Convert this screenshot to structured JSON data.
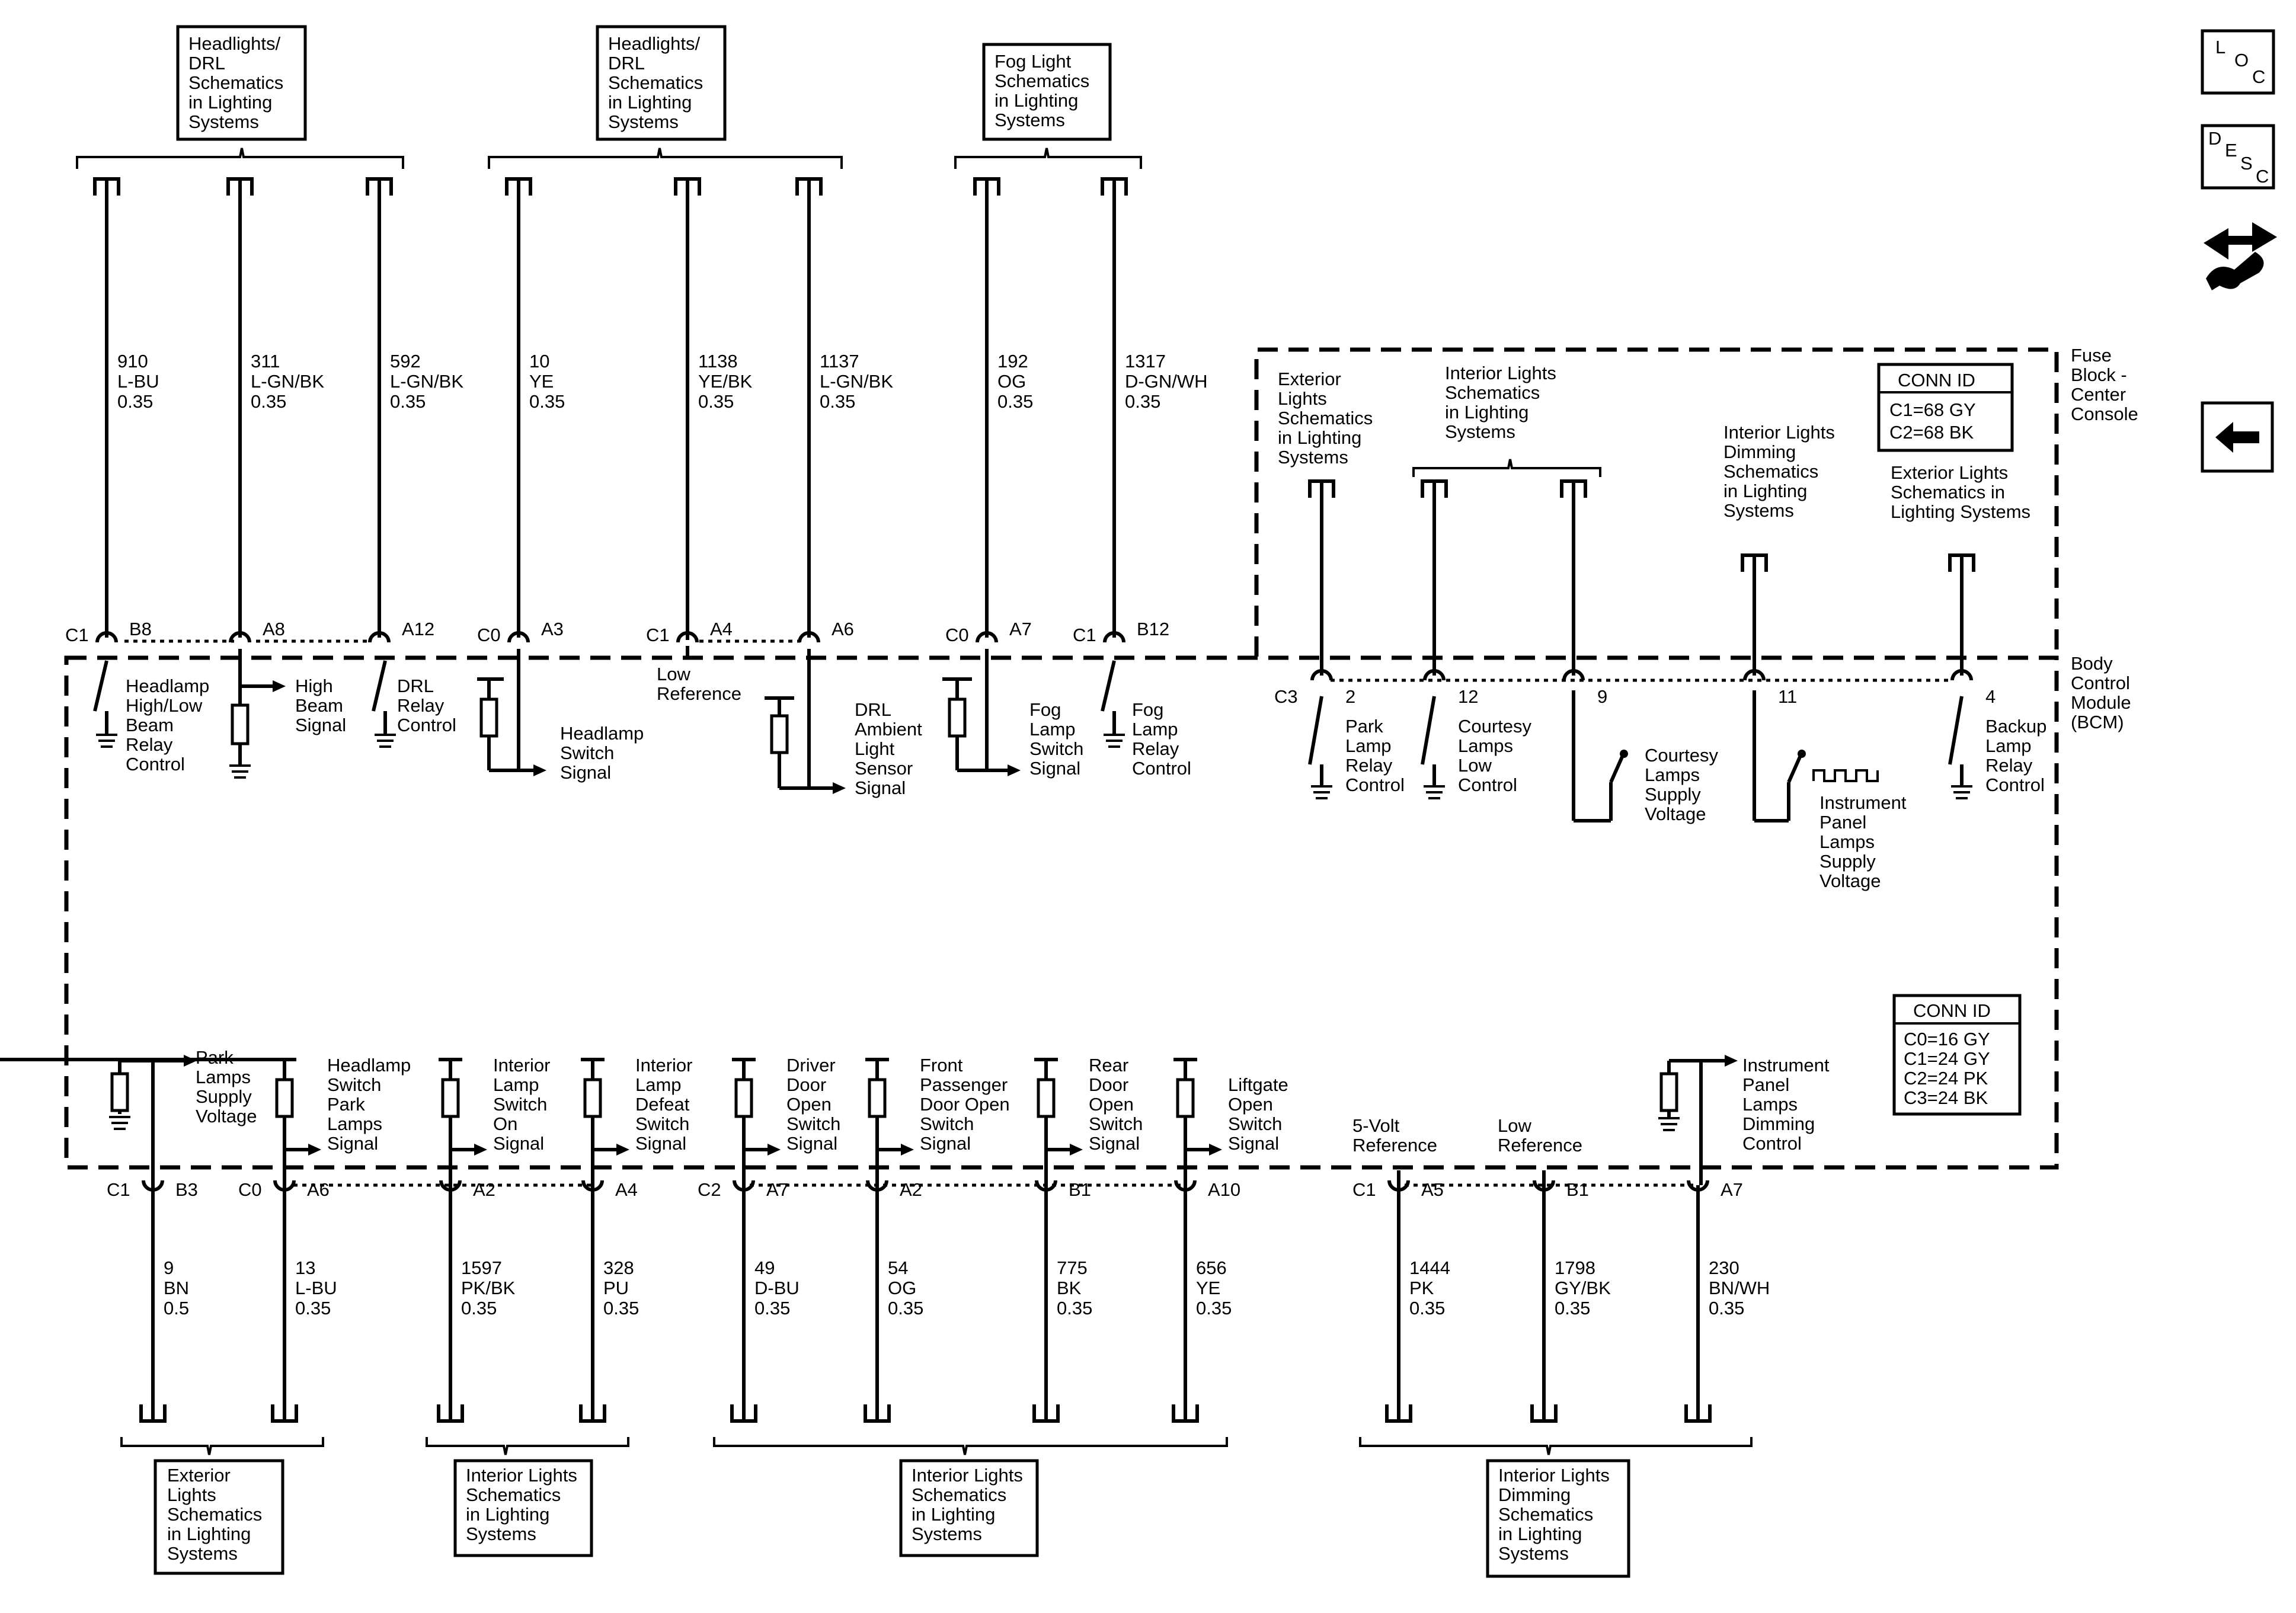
{
  "ref_boxes": {
    "top_headlights_1": [
      "Headlights/",
      "DRL",
      "Schematics",
      "in Lighting",
      "Systems"
    ],
    "top_headlights_2": [
      "Headlights/",
      "DRL",
      "Schematics",
      "in Lighting",
      "Systems"
    ],
    "top_fog": [
      "Fog Light",
      "Schematics",
      "in Lighting",
      "Systems"
    ],
    "bottom_exterior": [
      "Exterior",
      "Lights",
      "Schematics",
      "in Lighting",
      "Systems"
    ],
    "bottom_interior_1": [
      "Interior Lights",
      "Schematics",
      "in Lighting",
      "Systems"
    ],
    "bottom_interior_2": [
      "Interior Lights",
      "Schematics",
      "in Lighting",
      "Systems"
    ],
    "bottom_dimming": [
      "Interior Lights",
      "Dimming",
      "Schematics",
      "in Lighting",
      "Systems"
    ]
  },
  "fuse_block": {
    "title": [
      "Fuse",
      "Block -",
      "Center",
      "Console"
    ],
    "conn_id_title": "CONN ID",
    "conn_ids": [
      "C1=68 GY",
      "C2=68 BK"
    ],
    "refs": {
      "exterior": [
        "Exterior",
        "Lights",
        "Schematics",
        "in Lighting",
        "Systems"
      ],
      "interior": [
        "Interior Lights",
        "Schematics",
        "in Lighting",
        "Systems"
      ],
      "dimming": [
        "Interior Lights",
        "Dimming",
        "Schematics",
        "in Lighting",
        "Systems"
      ],
      "exterior2": [
        "Exterior Lights",
        "Schematics in",
        "Lighting Systems"
      ]
    }
  },
  "bcm": {
    "title": [
      "Body",
      "Control",
      "Module",
      "(BCM)"
    ],
    "conn_id_title": "CONN ID",
    "conn_ids": [
      "C0=16 GY",
      "C1=24 GY",
      "C2=24 PK",
      "C3=24 BK"
    ]
  },
  "top_wires": [
    {
      "circuit": "910",
      "color": "L-BU",
      "gauge": "0.35",
      "conn": "C1",
      "pin": "B8"
    },
    {
      "circuit": "311",
      "color": "L-GN/BK",
      "gauge": "0.35",
      "conn": "",
      "pin": "A8"
    },
    {
      "circuit": "592",
      "color": "L-GN/BK",
      "gauge": "0.35",
      "conn": "",
      "pin": "A12"
    },
    {
      "circuit": "10",
      "color": "YE",
      "gauge": "0.35",
      "conn": "C0",
      "pin": "A3"
    },
    {
      "circuit": "1138",
      "color": "YE/BK",
      "gauge": "0.35",
      "conn": "C1",
      "pin": "A4"
    },
    {
      "circuit": "1137",
      "color": "L-GN/BK",
      "gauge": "0.35",
      "conn": "",
      "pin": "A6"
    },
    {
      "circuit": "192",
      "color": "OG",
      "gauge": "0.35",
      "conn": "C0",
      "pin": "A7"
    },
    {
      "circuit": "1317",
      "color": "D-GN/WH",
      "gauge": "0.35",
      "conn": "C1",
      "pin": "B12"
    }
  ],
  "top_signals": {
    "headlamp_relay": [
      "Headlamp",
      "High/Low",
      "Beam",
      "Relay",
      "Control"
    ],
    "high_beam": [
      "High",
      "Beam",
      "Signal"
    ],
    "drl_relay": [
      "DRL",
      "Relay",
      "Control"
    ],
    "headlamp_switch": [
      "Headlamp",
      "Switch",
      "Signal"
    ],
    "low_reference": [
      "Low",
      "Reference"
    ],
    "drl_ambient": [
      "DRL",
      "Ambient",
      "Light",
      "Sensor",
      "Signal"
    ],
    "fog_switch": [
      "Fog",
      "Lamp",
      "Switch",
      "Signal"
    ],
    "fog_relay": [
      "Fog",
      "Lamp",
      "Relay",
      "Control"
    ]
  },
  "c3_pins": [
    {
      "conn": "C3",
      "pin": "2",
      "label": [
        "Park",
        "Lamp",
        "Relay",
        "Control"
      ]
    },
    {
      "conn": "",
      "pin": "12",
      "label": [
        "Courtesy",
        "Lamps",
        "Low",
        "Control"
      ]
    },
    {
      "conn": "",
      "pin": "9",
      "label": [
        "Courtesy",
        "Lamps",
        "Supply",
        "Voltage"
      ]
    },
    {
      "conn": "",
      "pin": "11",
      "label": [
        "Instrument",
        "Panel",
        "Lamps",
        "Supply",
        "Voltage"
      ]
    },
    {
      "conn": "",
      "pin": "4",
      "label": [
        "Backup",
        "Lamp",
        "Relay",
        "Control"
      ]
    }
  ],
  "bottom_wires": [
    {
      "circuit": "9",
      "color": "BN",
      "gauge": "0.5",
      "conn": "C1",
      "pin": "B3",
      "label": [
        "Park",
        "Lamps",
        "Supply",
        "Voltage"
      ]
    },
    {
      "circuit": "13",
      "color": "L-BU",
      "gauge": "0.35",
      "conn": "C0",
      "pin": "A6",
      "label": [
        "Headlamp",
        "Switch",
        "Park",
        "Lamps",
        "Signal"
      ]
    },
    {
      "circuit": "1597",
      "color": "PK/BK",
      "gauge": "0.35",
      "conn": "",
      "pin": "A2",
      "label": [
        "Interior",
        "Lamp",
        "Switch",
        "On",
        "Signal"
      ]
    },
    {
      "circuit": "328",
      "color": "PU",
      "gauge": "0.35",
      "conn": "",
      "pin": "A4",
      "label": [
        "Interior",
        "Lamp",
        "Defeat",
        "Switch",
        "Signal"
      ]
    },
    {
      "circuit": "49",
      "color": "D-BU",
      "gauge": "0.35",
      "conn": "C2",
      "pin": "A7",
      "label": [
        "Driver",
        "Door",
        "Open",
        "Switch",
        "Signal"
      ]
    },
    {
      "circuit": "54",
      "color": "OG",
      "gauge": "0.35",
      "conn": "",
      "pin": "A2",
      "label": [
        "Front",
        "Passenger",
        "Door Open",
        "Switch",
        "Signal"
      ]
    },
    {
      "circuit": "775",
      "color": "BK",
      "gauge": "0.35",
      "conn": "",
      "pin": "B1",
      "label": [
        "Rear",
        "Door",
        "Open",
        "Switch",
        "Signal"
      ]
    },
    {
      "circuit": "656",
      "color": "YE",
      "gauge": "0.35",
      "conn": "",
      "pin": "A10",
      "label": [
        "Liftgate",
        "Open",
        "Switch",
        "Signal"
      ]
    },
    {
      "circuit": "1444",
      "color": "PK",
      "gauge": "0.35",
      "conn": "C1",
      "pin": "A5",
      "label": [
        "5-Volt",
        "Reference"
      ]
    },
    {
      "circuit": "1798",
      "color": "GY/BK",
      "gauge": "0.35",
      "conn": "",
      "pin": "B1",
      "label": [
        "Low",
        "Reference"
      ]
    },
    {
      "circuit": "230",
      "color": "BN/WH",
      "gauge": "0.35",
      "conn": "",
      "pin": "A7",
      "label": [
        "Instrument",
        "Panel",
        "Lamps",
        "Dimming",
        "Control"
      ]
    }
  ],
  "nav": {
    "loc": [
      "L",
      "O",
      "C"
    ],
    "desc": [
      "D",
      "E",
      "S",
      "C"
    ],
    "tools_icon": "repair-tools-icon",
    "back_icon": "back-arrow-icon"
  }
}
